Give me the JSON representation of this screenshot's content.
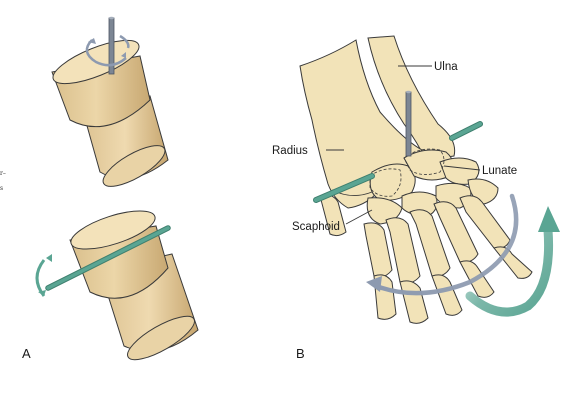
{
  "panels": {
    "a": "A",
    "b": "B"
  },
  "labels": {
    "ulna": "Ulna",
    "radius": "Radius",
    "lunate": "Lunate",
    "scaphoid": "Scaphoid"
  },
  "colors": {
    "bone_fill": "#f2e3b8",
    "cylinder_fill": "#e6cfa0",
    "cylinder_shade": "#c9ab78",
    "pin_gray": "#7c8694",
    "pin_green": "#4f9a86",
    "arrow_gray": "#8d9ab0",
    "arrow_green": "#5aa593",
    "outline": "#3a3a3a"
  },
  "icons": {
    "rotation_arrow_top": "curved-rotation-arrow",
    "rotation_arrow_bottom": "curved-rotation-arrow",
    "gray_sweep_arrow": "curved-arrow",
    "green_sweep_arrow": "curved-arrow"
  }
}
